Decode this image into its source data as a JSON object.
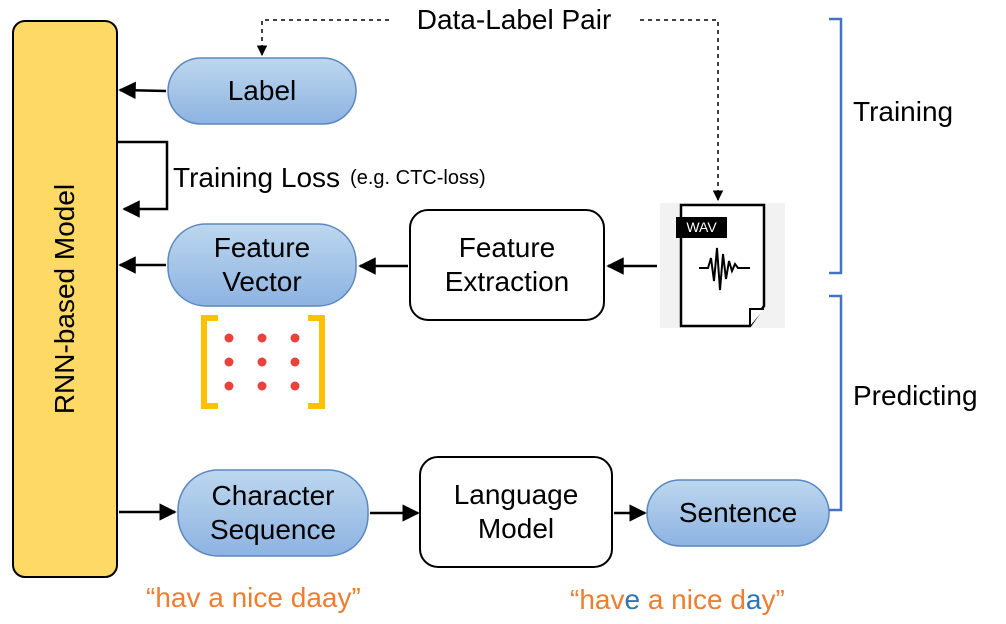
{
  "top_label": "Data-Label Pair",
  "model_box": {
    "label": "RNN-based Model"
  },
  "nodes": {
    "label": "Label",
    "training_loss": "Training Loss",
    "training_loss_note": "(e.g. CTC-loss)",
    "feature_vector_line1": "Feature",
    "feature_vector_line2": "Vector",
    "feature_extraction_line1": "Feature",
    "feature_extraction_line2": "Extraction",
    "wav_tag": "WAV",
    "character_sequence_line1": "Character",
    "character_sequence_line2": "Sequence",
    "language_model_line1": "Language",
    "language_model_line2": "Model",
    "sentence": "Sentence"
  },
  "phases": {
    "training": "Training",
    "predicting": "Predicting"
  },
  "outputs": {
    "raw_text": "“hav a nice daay”",
    "final_text": {
      "p1": "“hav",
      "c1": "e",
      "p2": " a nice d",
      "c2": "a",
      "p3": "y”"
    }
  },
  "colors": {
    "model_fill": "#ffd966",
    "node_fill": "#9dc3e6",
    "node_stroke": "#5b87c0",
    "bracket": "#ffc000",
    "dots": "#e8423b",
    "accent_orange": "#ed7d31",
    "accent_blue": "#2e75b6",
    "phase_bracket": "#4472c4"
  }
}
